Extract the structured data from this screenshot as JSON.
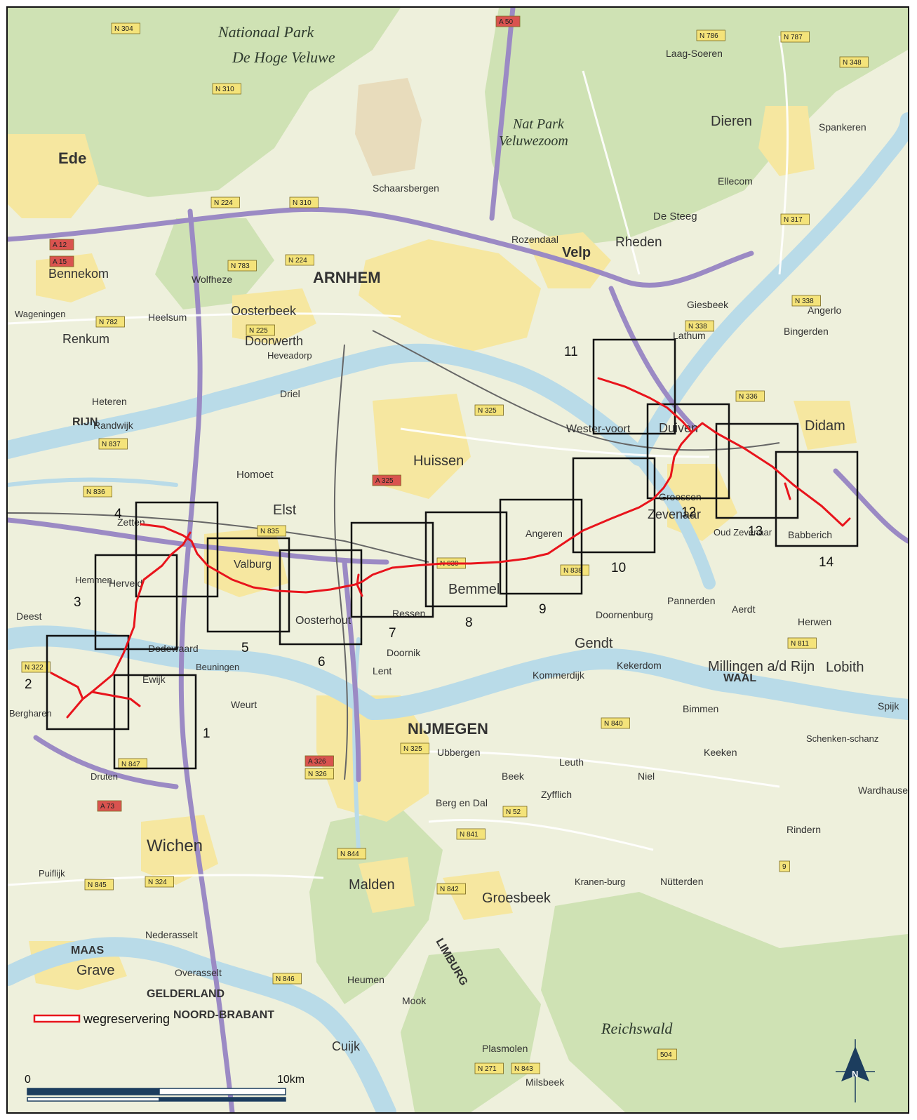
{
  "legend": {
    "label": "wegreservering",
    "color": "#e8141c"
  },
  "scale_bar": {
    "start_label": "0",
    "end_label": "10km"
  },
  "north_arrow": {
    "label": "N"
  },
  "sheet_numbers": [
    "1",
    "2",
    "3",
    "4",
    "5",
    "6",
    "7",
    "8",
    "9",
    "10",
    "11",
    "12",
    "13",
    "14"
  ],
  "colors": {
    "route": "#e8141c",
    "frames": "#111111",
    "water": "#b9dbe8",
    "forest": "#cfe2b4",
    "urban": "#f6e7a0",
    "motorway": "#9b8ac4",
    "land": "#eef0dc"
  },
  "places": {
    "nationaal_park": "Nationaal Park",
    "de_hoge_veluwe": "De Hoge Veluwe",
    "nat_park": "Nat Park",
    "veluwezoom": "Veluwezoom",
    "ede": "Ede",
    "bennekom": "Bennekom",
    "wageningen": "Wageningen",
    "renkum": "Renkum",
    "heelsum": "Heelsum",
    "wolfheze": "Wolfheze",
    "oosterbeek": "Oosterbeek",
    "doorwerth": "Doorwerth",
    "heveadorp": "Heveadorp",
    "arnhem": "ARNHEM",
    "schaarsbergen": "Schaarsbergen",
    "rozendaal": "Rozendaal",
    "velp": "Velp",
    "rheden": "Rheden",
    "de_steeg": "De Steeg",
    "dieren": "Dieren",
    "laag_soeren": "Laag-Soeren",
    "spankeren": "Spankeren",
    "ellecom": "Ellecom",
    "giesbeek": "Giesbeek",
    "lathum": "Lathum",
    "angerlo": "Angerlo",
    "bingerden": "Bingerden",
    "didam": "Didam",
    "duiven": "Duiven",
    "westervoort": "Wester-voort",
    "zevenaar": "Zevenaar",
    "oud_zevenaar": "Oud Zevenaar",
    "babberich": "Babberich",
    "groessen": "Groessen",
    "huissen": "Huissen",
    "angeren": "Angeren",
    "doornenburg": "Doornenburg",
    "gendt": "Gendt",
    "bemmel": "Bemmel",
    "ressen": "Ressen",
    "lent": "Lent",
    "elst": "Elst",
    "valburg": "Valburg",
    "oosterhout": "Oosterhout",
    "heteren": "Heteren",
    "randwijk": "Randwijk",
    "driel": "Driel",
    "homoet": "Homoet",
    "zetten": "Zetten",
    "hemmen": "Hemmen",
    "herveld": "Herveld",
    "dodewaard": "Dodewaard",
    "beuningen": "Beuningen",
    "weurt": "Weurt",
    "ewijk": "Ewijk",
    "nijmegen": "NIJMEGEN",
    "ubbergen": "Ubbergen",
    "beek": "Beek",
    "berg_en_dal": "Berg en Dal",
    "millingen": "Millingen a/d Rijn",
    "lobith": "Lobith",
    "kekerdom": "Kekerdom",
    "kommerdijk": "Kommerdijk",
    "leuth": "Leuth",
    "niel": "Niel",
    "wichen": "Wichen",
    "malden": "Malden",
    "groesbeek": "Groesbeek",
    "grave": "Grave",
    "cuijk": "Cuijk",
    "heumen": "Heumen",
    "mook": "Mook",
    "overasselt": "Overasselt",
    "nederasselt": "Nederasselt",
    "reichswald": "Reichswald",
    "gelderland": "GELDERLAND",
    "noord_brabant": "NOORD-BRABANT",
    "limburg": "LIMBURG",
    "rijn": "RIJN",
    "waal": "WAAL",
    "maas": "MAAS",
    "plasmolen": "Plasmolen",
    "milsbeek": "Milsbeek",
    "zyfflich": "Zyfflich",
    "kranenburg": "Kranen-burg",
    "nutterden": "Nütterden",
    "schenkenschanz": "Schenken-schanz",
    "keeken": "Keeken",
    "bimmen": "Bimmen",
    "wardhausen": "Wardhausen",
    "rindern": "Rindern",
    "herwen": "Herwen",
    "pannerden": "Pannerden",
    "aerdt": "Aerdt",
    "spijk": "Spijk",
    "doornik": "Doornik",
    "bergharen": "Bergharen",
    "druten": "Druten",
    "deest": "Deest",
    "puiflijk": "Puiflijk"
  },
  "road_labels": [
    "N 304",
    "N 310",
    "N 224",
    "N 310",
    "N 224",
    "N 783",
    "N 782",
    "N 225",
    "N 837",
    "N 836",
    "N 835",
    "N 325",
    "A 325",
    "N 839",
    "N 838",
    "N 336",
    "N 338",
    "N 338",
    "N 317",
    "N 348",
    "N 786",
    "N 787",
    "A 50",
    "A 12",
    "A 15",
    "A 73",
    "A 326",
    "N 326",
    "N 325",
    "N 840",
    "N 841",
    "N 844",
    "N 842",
    "N 846",
    "N 324",
    "N 845",
    "N 847",
    "N 52",
    "N 811",
    "N 322",
    "N 271",
    "N 843",
    "504",
    "9"
  ]
}
